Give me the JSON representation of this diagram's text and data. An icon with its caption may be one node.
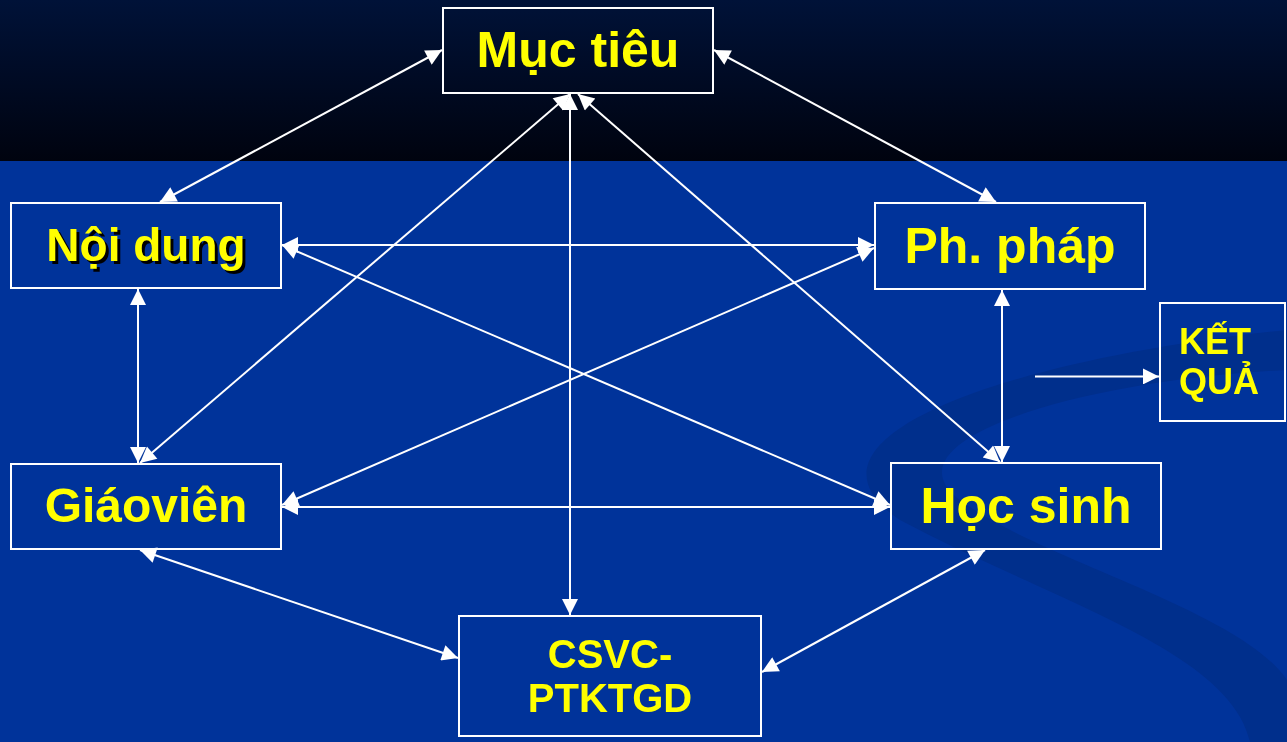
{
  "diagram": {
    "nodes": [
      {
        "text": [
          "Mục tiêu"
        ]
      },
      {
        "text": [
          "Nội dung"
        ]
      },
      {
        "text": [
          "Ph. pháp"
        ]
      },
      {
        "text": [
          "KẾT QUẢ"
        ]
      },
      {
        "text": [
          "Giáoviên"
        ]
      },
      {
        "text": [
          "Học sinh"
        ]
      },
      {
        "text": [
          "CSVC- PTKTGD"
        ]
      }
    ],
    "edges": [
      {
        "from": 1,
        "to": 0,
        "arrow": "both"
      },
      {
        "from": 0,
        "to": 2,
        "arrow": "both"
      },
      {
        "from": 0,
        "to": 4,
        "arrow": "both"
      },
      {
        "from": 0,
        "to": 6,
        "arrow": "both"
      },
      {
        "from": 0,
        "to": 5,
        "arrow": "both"
      },
      {
        "from": 1,
        "to": 2,
        "arrow": "both"
      },
      {
        "from": 1,
        "to": 5,
        "arrow": "both"
      },
      {
        "from": 1,
        "to": 4,
        "arrow": "both"
      },
      {
        "from": 2,
        "to": 4,
        "arrow": "both"
      },
      {
        "from": 2,
        "to": 5,
        "arrow": "both"
      },
      {
        "from": 4,
        "to": 5,
        "arrow": "both"
      },
      {
        "from": 4,
        "to": 6,
        "arrow": "both"
      },
      {
        "from": 5,
        "to": 6,
        "arrow": "both"
      },
      {
        "from": null,
        "to": 3,
        "arrow": "to"
      }
    ]
  }
}
